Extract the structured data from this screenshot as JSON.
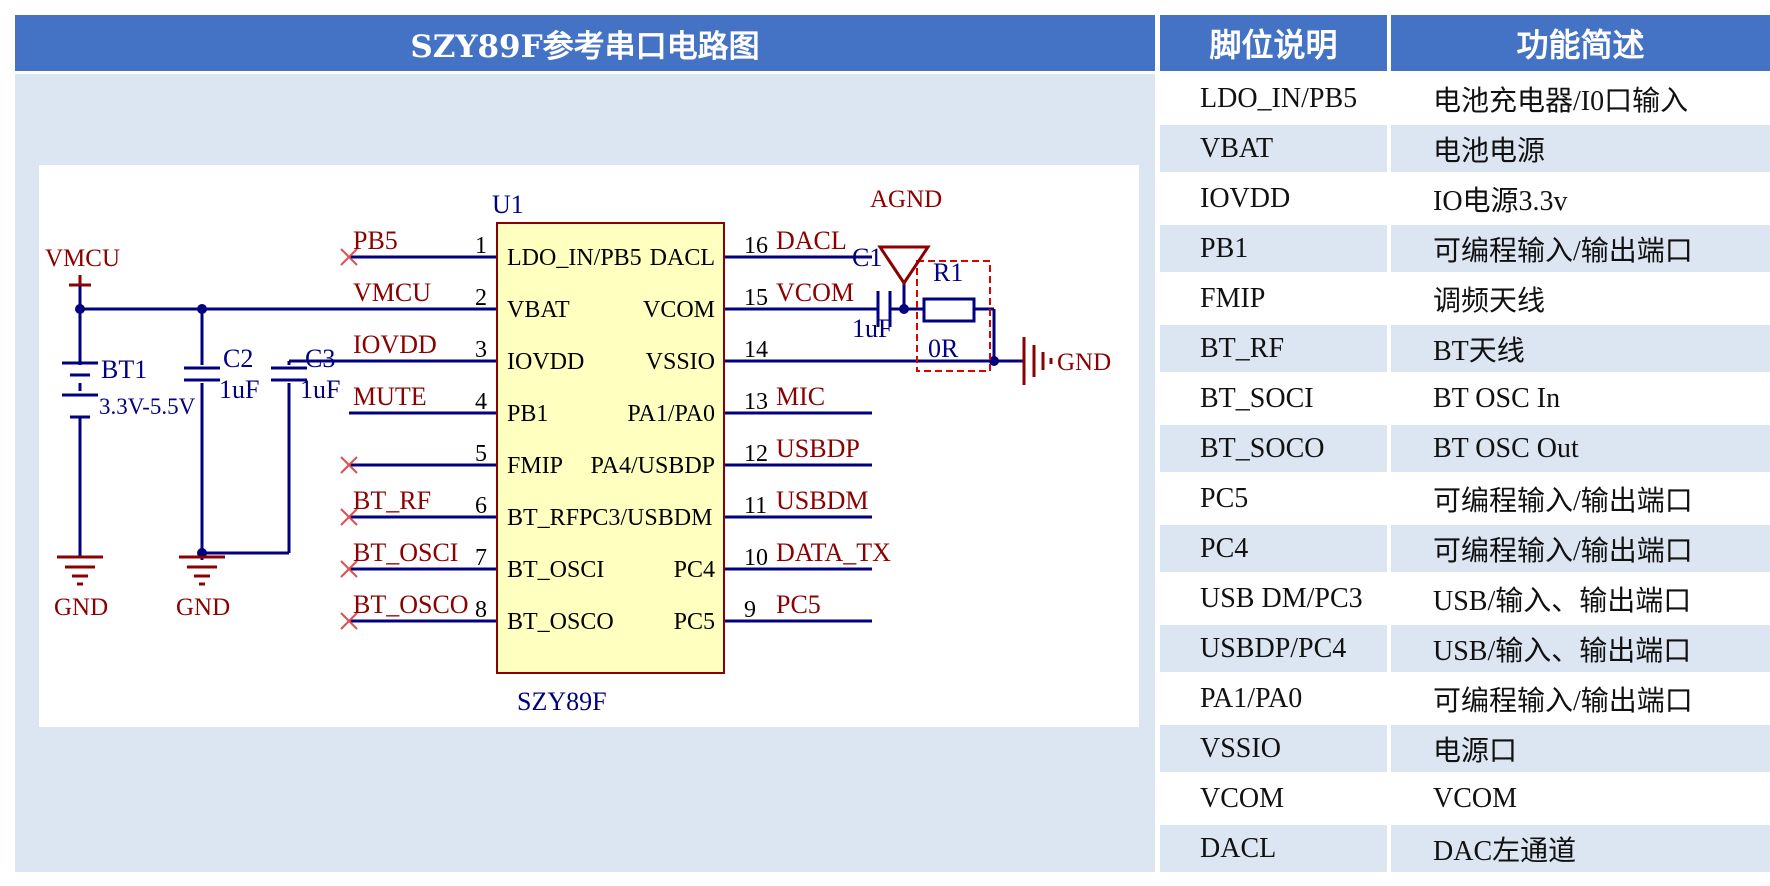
{
  "left_title": "SZY89F参考串口电路图",
  "table": {
    "headers": [
      "脚位说明",
      "功能简述"
    ],
    "rows": [
      [
        "LDO_IN/PB5",
        "电池充电器/I0口输入"
      ],
      [
        "VBAT",
        "电池电源"
      ],
      [
        "IOVDD",
        "IO电源3.3v"
      ],
      [
        "PB1",
        "可编程输入/输出端口"
      ],
      [
        "FMIP",
        "调频天线"
      ],
      [
        "BT_RF",
        "BT天线"
      ],
      [
        "BT_SOCI",
        "BT OSC In"
      ],
      [
        "BT_SOCO",
        "BT OSC Out"
      ],
      [
        "PC5",
        "可编程输入/输出端口"
      ],
      [
        "PC4",
        "可编程输入/输出端口"
      ],
      [
        "USB DM/PC3",
        "USB/输入、输出端口"
      ],
      [
        "USBDP/PC4",
        "USB/输入、输出端口"
      ],
      [
        "PA1/PA0",
        "可编程输入/输出端口"
      ],
      [
        "VSSIO",
        "电源口"
      ],
      [
        "VCOM",
        "VCOM"
      ],
      [
        "DACL",
        "DAC左通道"
      ]
    ]
  },
  "schematic": {
    "chip_ref": "U1",
    "chip_name": "SZY89F",
    "left_pins": [
      {
        "num": "1",
        "name": "LDO_IN/PB5",
        "net": "PB5"
      },
      {
        "num": "2",
        "name": "VBAT",
        "net": "VMCU"
      },
      {
        "num": "3",
        "name": "IOVDD",
        "net": "IOVDD"
      },
      {
        "num": "4",
        "name": "PB1",
        "net": "MUTE"
      },
      {
        "num": "5",
        "name": "FMIP",
        "net": ""
      },
      {
        "num": "6",
        "name": "BT_RFPC3/USBDM",
        "net": "BT_RF"
      },
      {
        "num": "7",
        "name": "BT_OSCI",
        "net": "BT_OSCI"
      },
      {
        "num": "8",
        "name": "BT_OSCO",
        "net": "BT_OSCO"
      }
    ],
    "right_pins": [
      {
        "num": "16",
        "name": "DACL",
        "net": "DACL"
      },
      {
        "num": "15",
        "name": "VCOM",
        "net": "VCOM"
      },
      {
        "num": "14",
        "name": "VSSIO",
        "net": ""
      },
      {
        "num": "13",
        "name": "PA1/PA0",
        "net": "MIC"
      },
      {
        "num": "12",
        "name": "PA4/USBDP",
        "net": "USBDP"
      },
      {
        "num": "11",
        "name": "",
        "net": "USBDM"
      },
      {
        "num": "10",
        "name": "PC4",
        "net": "DATA_TX"
      },
      {
        "num": "9",
        "name": "PC5",
        "net": "PC5"
      }
    ],
    "vmcu_label": "VMCU",
    "bt1": {
      "ref": "BT1",
      "value": "3.3V-5.5V"
    },
    "c2": {
      "ref": "C2",
      "value": "1uF"
    },
    "c3": {
      "ref": "C3",
      "value": "1uF"
    },
    "c1": {
      "ref": "C1",
      "value": "1uF"
    },
    "r1": {
      "ref": "R1",
      "value": "0R"
    },
    "gnd_label": "GND",
    "agnd_label": "AGND",
    "colors": {
      "header": "#4472c4",
      "wire": "#000080",
      "net_label": "#8b0000",
      "chip_fill": "#ffffc0",
      "chip_border": "#8b0000",
      "ref_text": "#000080",
      "stripe": "#dce6f2",
      "highlight": "#e00000"
    }
  }
}
